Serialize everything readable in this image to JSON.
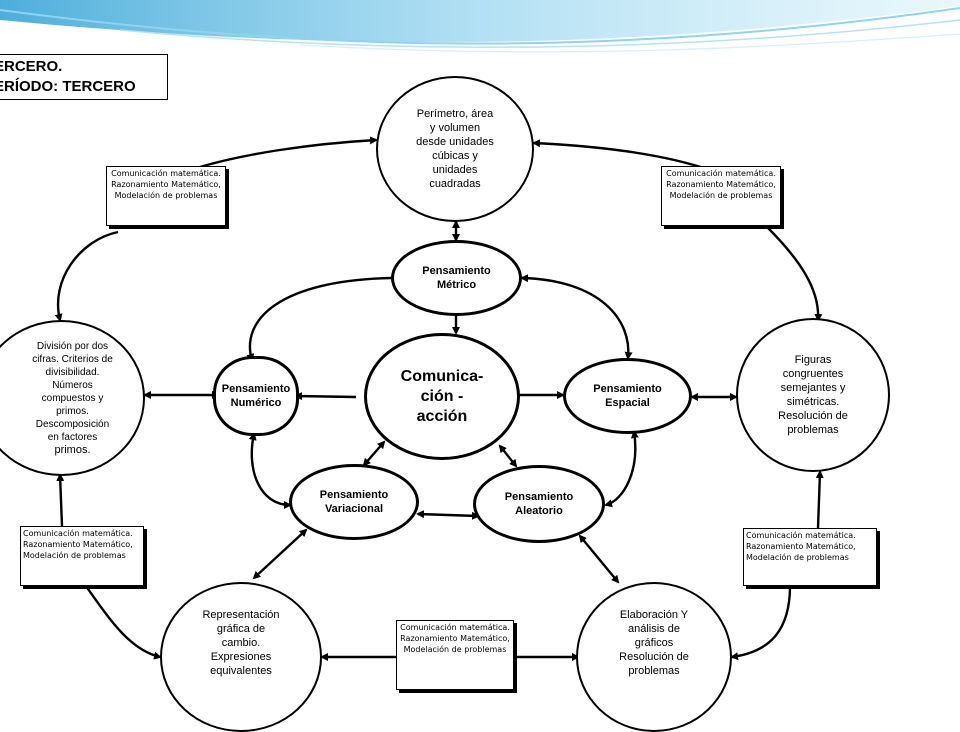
{
  "header": {
    "line1": "ERCERO.",
    "line2": "ERÍODO: TERCERO"
  },
  "center": [
    "Comunica-",
    "ción -",
    "acción"
  ],
  "thinking": {
    "metrico": [
      "Pensamiento",
      "Métrico"
    ],
    "numerico": [
      "Pensamiento",
      "Numérico"
    ],
    "espacial": [
      "Pensamiento",
      "Espacial"
    ],
    "variacional": [
      "Pensamiento",
      "Variacional"
    ],
    "aleatorio": [
      "Pensamiento",
      "Aleatorio"
    ]
  },
  "topics": {
    "top": [
      "Perímetro, área",
      "y volumen",
      "desde unidades",
      "cúbicas y",
      "unidades",
      "cuadradas"
    ],
    "left": [
      "División por dos",
      "cifras. Criterios de",
      "divisibilidad.",
      "Números",
      "compuestos y",
      "primos.",
      "Descomposición",
      "en factores",
      "primos."
    ],
    "right": [
      "Figuras",
      "congruentes",
      "semejantes y",
      "simétricas.",
      "Resolución de",
      "problemas"
    ],
    "bottom_left": [
      "Representación",
      "gráfica de",
      "cambio.",
      "Expresiones",
      "equivalentes"
    ],
    "bottom_right": [
      "Elaboración Y",
      "análisis de",
      "gráficos",
      "Resolución de",
      "problemas"
    ]
  },
  "competencias": [
    "Comunicación matemática.",
    "Razonamiento Matemático,",
    "Modelación de problemas"
  ],
  "colors": {
    "wave": "#3aa5d6",
    "stroke": "#000000"
  }
}
